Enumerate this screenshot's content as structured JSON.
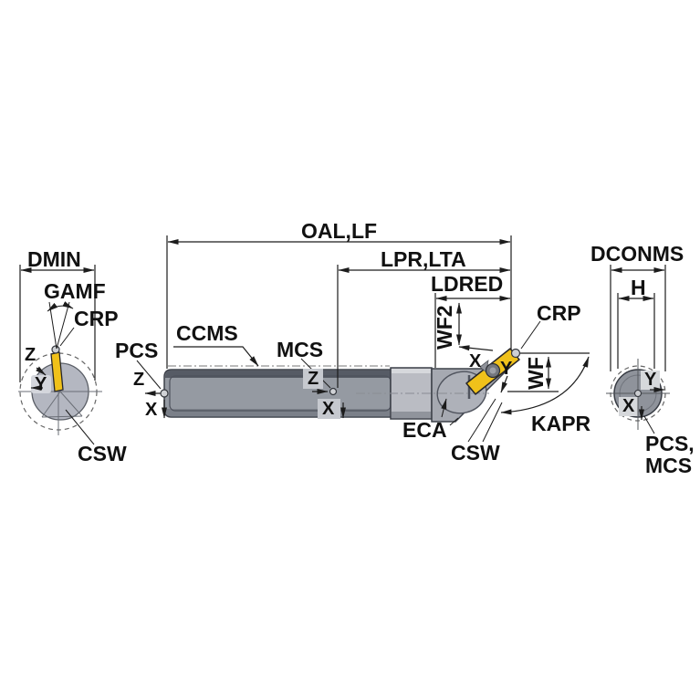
{
  "diagram": {
    "type": "tool-dimension-drawing",
    "insert_color": "#F0C11A",
    "body_gray": "#959AA2",
    "line_color": "#1C1C1C",
    "views": {
      "end_view_left": {
        "dmin": "DMIN",
        "gamf": "GAMF",
        "crp": "CRP",
        "csw": "CSW",
        "axis_z": "Z",
        "axis_y": "Y"
      },
      "side_view": {
        "oal_lf": "OAL,LF",
        "lpr_lta": "LPR,LTA",
        "ldred": "LDRED",
        "wf2": "WF2",
        "crp": "CRP",
        "ccms": "CCMS",
        "pcs": "PCS",
        "mcs": "MCS",
        "pcs_axis_z": "Z",
        "pcs_axis_x": "X",
        "mcs_axis_z": "Z",
        "mcs_axis_x": "X",
        "insert_axis_x": "X",
        "insert_axis_y": "Y",
        "wf": "WF",
        "kapr": "KAPR",
        "eca": "ECA",
        "csw": "CSW"
      },
      "end_view_right": {
        "dconms": "DCONMS",
        "h": "H",
        "axis_y": "Y",
        "axis_x": "X",
        "pcs_mcs_line1": "PCS,",
        "pcs_mcs_line2": "MCS"
      }
    }
  }
}
